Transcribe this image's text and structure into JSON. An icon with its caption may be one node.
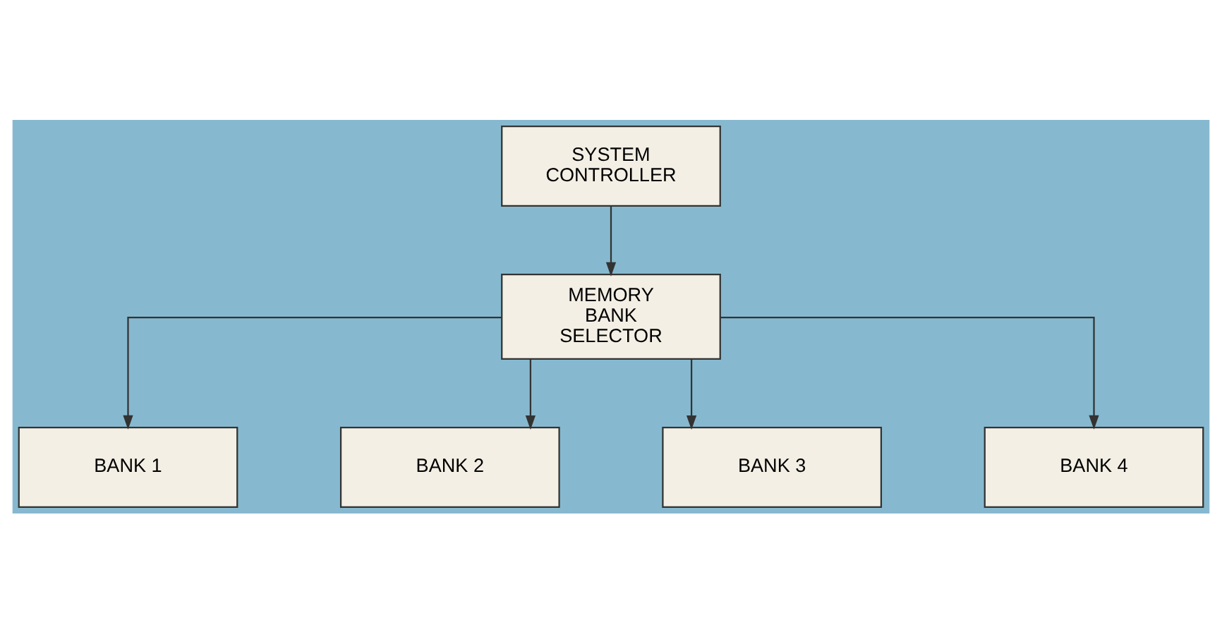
{
  "diagram": {
    "nodes": [
      {
        "text": [
          "SYSTEM CONTROLLER"
        ]
      },
      {
        "text": [
          "MEMORY BANK SELECTOR"
        ]
      },
      {
        "text": [
          "BANK 1"
        ]
      },
      {
        "text": [
          "BANK 2"
        ]
      },
      {
        "text": [
          "BANK 3"
        ]
      },
      {
        "text": [
          "BANK 4"
        ]
      }
    ],
    "edges": [
      {
        "from": 0,
        "to": 1,
        "arrow": "to"
      },
      {
        "from": 1,
        "to": 2,
        "arrow": "to"
      },
      {
        "from": 1,
        "to": 3,
        "arrow": "to"
      },
      {
        "from": 1,
        "to": 4,
        "arrow": "to"
      },
      {
        "from": 1,
        "to": 5,
        "arrow": "to"
      }
    ]
  }
}
